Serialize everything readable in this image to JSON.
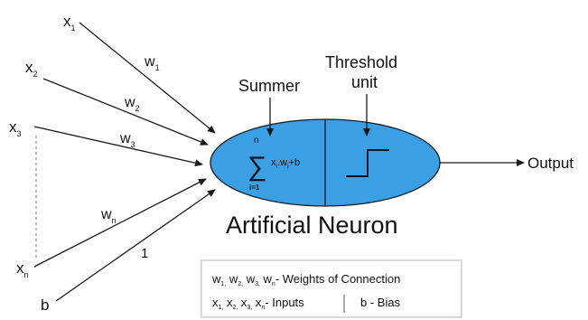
{
  "inputs": [
    {
      "name": "x",
      "sub": "1"
    },
    {
      "name": "x",
      "sub": "2"
    },
    {
      "name": "x",
      "sub": "3"
    },
    {
      "name": "x",
      "sub": "n"
    },
    {
      "name": "b",
      "sub": ""
    }
  ],
  "weights": [
    {
      "name": "w",
      "sub": "1"
    },
    {
      "name": "w",
      "sub": "2"
    },
    {
      "name": "w",
      "sub": "3"
    },
    {
      "name": "w",
      "sub": "n"
    },
    {
      "name": "1",
      "sub": ""
    }
  ],
  "summer": {
    "label": "Summer",
    "sigma": "∑",
    "upper": "n",
    "lower": "i=1",
    "term_x": "x",
    "term_x_sub": "i",
    "term_dot": ".w",
    "term_w_sub": "i",
    "term_b": "+b"
  },
  "threshold": {
    "line1": "Threshold",
    "line2": "unit"
  },
  "output": "Output",
  "neuron_title": "Artificial Neuron",
  "legend": {
    "row1": [
      {
        "t": "w",
        "s": "1,"
      },
      {
        "t": " w",
        "s": "2,"
      },
      {
        "t": " w",
        "s": "3,"
      },
      {
        "t": " w",
        "s": "n"
      },
      {
        "t": "- Weights of Connection",
        "s": ""
      }
    ],
    "row2_left": [
      {
        "t": "x",
        "s": "1,"
      },
      {
        "t": " x",
        "s": "2,"
      },
      {
        "t": " x",
        "s": "3,"
      },
      {
        "t": " x",
        "s": "n"
      },
      {
        "t": "- Inputs",
        "s": ""
      }
    ],
    "row2_right": "b - Bias"
  },
  "colors": {
    "neuron_fill": "#3a9fe5",
    "line": "#1a1a1a"
  }
}
